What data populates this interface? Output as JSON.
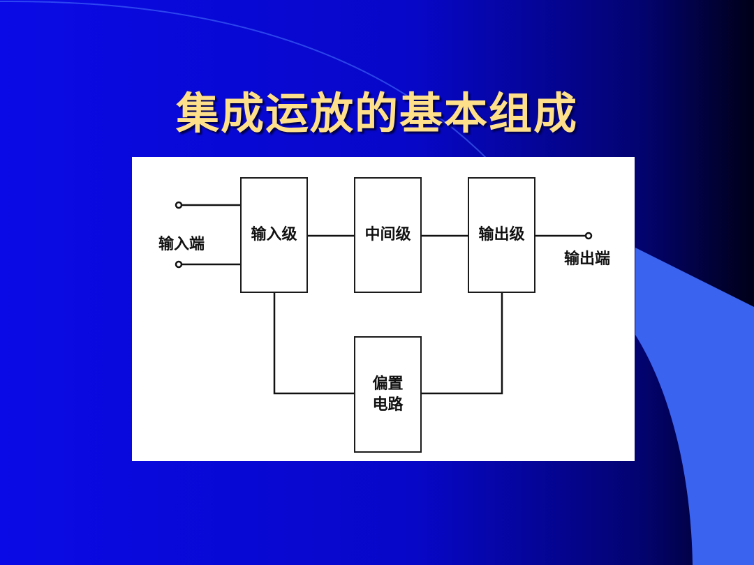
{
  "slide": {
    "title": "集成运放的基本组成"
  },
  "diagram": {
    "input_terminal_label": "输入端",
    "output_terminal_label": "输出端",
    "blocks": {
      "input_stage": "输入级",
      "middle_stage": "中间级",
      "output_stage": "输出级",
      "bias_circuit": "偏置\n电路"
    }
  },
  "colors": {
    "title": "#ffe08a",
    "background": "#0a0ae6",
    "accent_shape": "#3a63f0"
  }
}
